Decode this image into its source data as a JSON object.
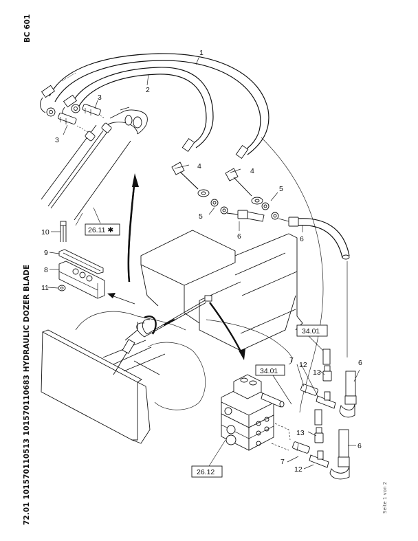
{
  "document": {
    "code": "BC 601",
    "title": "72.01 101570110513 101570110683 HYDRAULIC DOZER BLADE",
    "footer": "Seite 1 von 2"
  },
  "callouts": [
    {
      "id": "c1",
      "label": "1"
    },
    {
      "id": "c2",
      "label": "2"
    },
    {
      "id": "c3a",
      "label": "3"
    },
    {
      "id": "c3b",
      "label": "3"
    },
    {
      "id": "c4a",
      "label": "4"
    },
    {
      "id": "c4b",
      "label": "4"
    },
    {
      "id": "c5a",
      "label": "5"
    },
    {
      "id": "c5b",
      "label": "5"
    },
    {
      "id": "c5c",
      "label": "5"
    },
    {
      "id": "c6a",
      "label": "6"
    },
    {
      "id": "c6b",
      "label": "6"
    },
    {
      "id": "c6c",
      "label": "6"
    },
    {
      "id": "c6d",
      "label": "6"
    },
    {
      "id": "c7a",
      "label": "7"
    },
    {
      "id": "c7b",
      "label": "7"
    },
    {
      "id": "c8",
      "label": "8"
    },
    {
      "id": "c9",
      "label": "9"
    },
    {
      "id": "c10",
      "label": "10"
    },
    {
      "id": "c11",
      "label": "11"
    },
    {
      "id": "c12a",
      "label": "12"
    },
    {
      "id": "c12b",
      "label": "12"
    },
    {
      "id": "c13a",
      "label": "13"
    },
    {
      "id": "c13b",
      "label": "13"
    }
  ],
  "references": [
    {
      "id": "r2611",
      "label": "26.11 ✱"
    },
    {
      "id": "r3401a",
      "label": "34.01"
    },
    {
      "id": "r3401b",
      "label": "34.01"
    },
    {
      "id": "r2612",
      "label": "26.12"
    }
  ]
}
